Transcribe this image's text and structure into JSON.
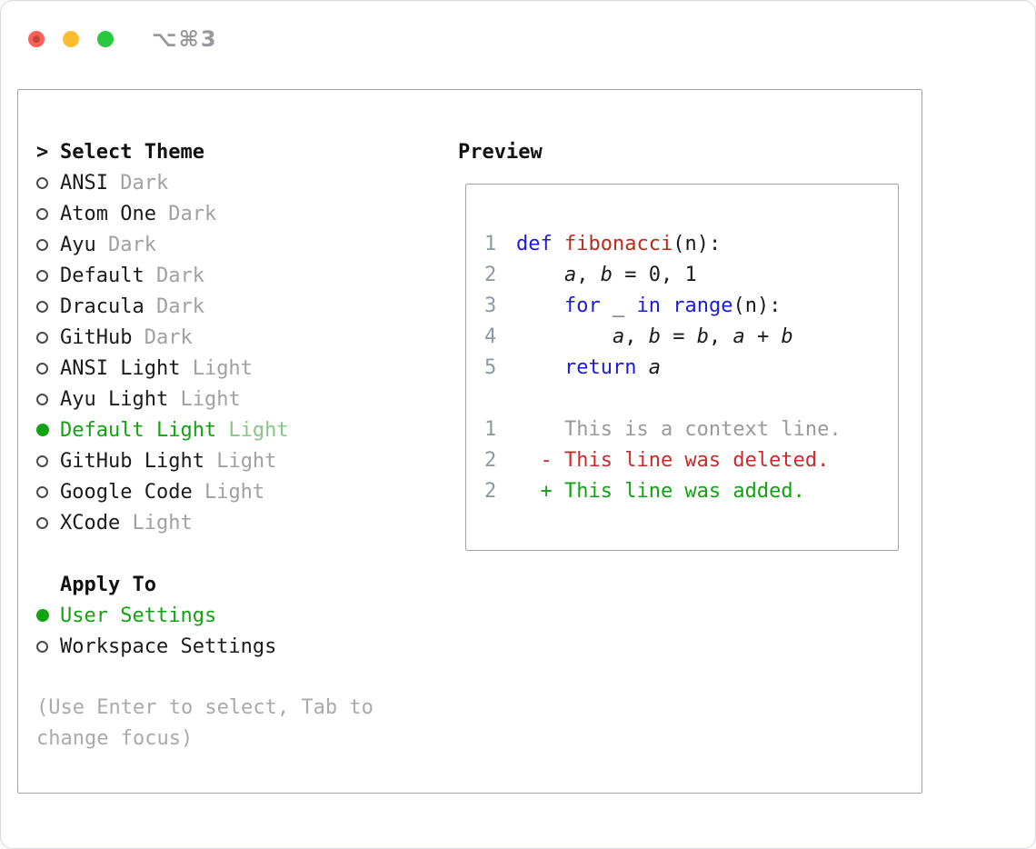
{
  "window": {
    "shortcut": "⌥⌘3",
    "traffic_lights": [
      "close",
      "minimize",
      "zoom"
    ]
  },
  "colors": {
    "accent_green": "#12a312",
    "selected_variant_green": "#84c884",
    "muted_gray": "#a0a0a5",
    "keyword_blue": "#1a1ae0",
    "function_red": "#bb2a1d",
    "deleted_red": "#cc2929",
    "added_green": "#12a312",
    "context_gray": "#9a9a9a",
    "line_number_gray": "#8f98a3"
  },
  "theme_selector": {
    "title_prefix": ">",
    "title": "Select Theme",
    "items": [
      {
        "name": "ANSI",
        "variant": "Dark",
        "selected": false
      },
      {
        "name": "Atom One",
        "variant": "Dark",
        "selected": false
      },
      {
        "name": "Ayu",
        "variant": "Dark",
        "selected": false
      },
      {
        "name": "Default",
        "variant": "Dark",
        "selected": false
      },
      {
        "name": "Dracula",
        "variant": "Dark",
        "selected": false
      },
      {
        "name": "GitHub",
        "variant": "Dark",
        "selected": false
      },
      {
        "name": "ANSI Light",
        "variant": "Light",
        "selected": false
      },
      {
        "name": "Ayu Light",
        "variant": "Light",
        "selected": false
      },
      {
        "name": "Default Light",
        "variant": "Light",
        "selected": true
      },
      {
        "name": "GitHub Light",
        "variant": "Light",
        "selected": false
      },
      {
        "name": "Google Code",
        "variant": "Light",
        "selected": false
      },
      {
        "name": "XCode",
        "variant": "Light",
        "selected": false
      }
    ]
  },
  "apply_to": {
    "title": "Apply To",
    "items": [
      {
        "label": "User Settings",
        "selected": true
      },
      {
        "label": "Workspace Settings",
        "selected": false
      }
    ]
  },
  "help_text": "(Use Enter to select, Tab to change focus)",
  "preview": {
    "title": "Preview",
    "code_lines": [
      {
        "num": "1",
        "tokens": [
          {
            "c": "kw",
            "t": "def"
          },
          {
            "c": "pl",
            "t": " "
          },
          {
            "c": "fn",
            "t": "fibonacci"
          },
          {
            "c": "pl",
            "t": "(n):"
          }
        ]
      },
      {
        "num": "2",
        "tokens": [
          {
            "c": "pl",
            "t": "    "
          },
          {
            "c": "v",
            "t": "a"
          },
          {
            "c": "pl",
            "t": ", "
          },
          {
            "c": "v",
            "t": "b"
          },
          {
            "c": "pl",
            "t": " = 0, 1"
          }
        ]
      },
      {
        "num": "3",
        "tokens": [
          {
            "c": "pl",
            "t": "    "
          },
          {
            "c": "kw",
            "t": "for"
          },
          {
            "c": "pl",
            "t": " _ "
          },
          {
            "c": "kw",
            "t": "in"
          },
          {
            "c": "pl",
            "t": " "
          },
          {
            "c": "kw",
            "t": "range"
          },
          {
            "c": "pl",
            "t": "(n):"
          }
        ]
      },
      {
        "num": "4",
        "tokens": [
          {
            "c": "pl",
            "t": "        "
          },
          {
            "c": "v",
            "t": "a"
          },
          {
            "c": "pl",
            "t": ", "
          },
          {
            "c": "v",
            "t": "b"
          },
          {
            "c": "pl",
            "t": " = "
          },
          {
            "c": "v",
            "t": "b"
          },
          {
            "c": "pl",
            "t": ", "
          },
          {
            "c": "v",
            "t": "a"
          },
          {
            "c": "pl",
            "t": " + "
          },
          {
            "c": "v",
            "t": "b"
          }
        ]
      },
      {
        "num": "5",
        "tokens": [
          {
            "c": "pl",
            "t": "    "
          },
          {
            "c": "kw",
            "t": "return"
          },
          {
            "c": "pl",
            "t": " "
          },
          {
            "c": "v",
            "t": "a"
          }
        ]
      }
    ],
    "diff_lines": [
      {
        "num": "1",
        "kind": "context",
        "text": "    This is a context line."
      },
      {
        "num": "2",
        "kind": "deleted",
        "text": "  - This line was deleted."
      },
      {
        "num": "2",
        "kind": "added",
        "text": "  + This line was added."
      }
    ]
  }
}
